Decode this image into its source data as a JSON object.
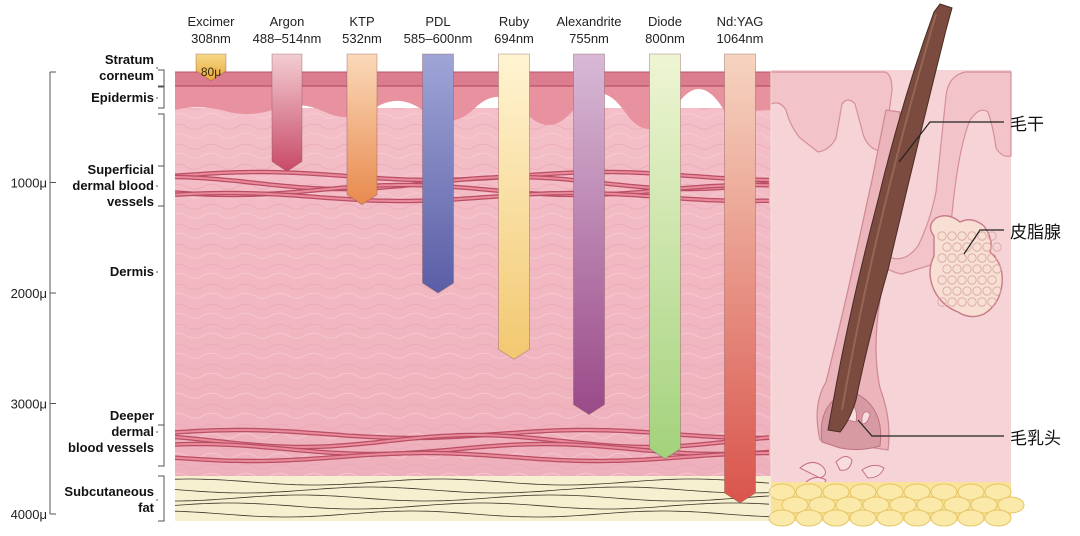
{
  "lasers": [
    {
      "name": "Excimer",
      "wavelength": "308nm",
      "depth_um": 80,
      "color_top": "#f6d98a",
      "color_bottom": "#e9a736",
      "marker": "80μ"
    },
    {
      "name": "Argon",
      "wavelength": "488–514nm",
      "depth_um": 900,
      "color_top": "#f3ccd2",
      "color_bottom": "#c84a68"
    },
    {
      "name": "KTP",
      "wavelength": "532nm",
      "depth_um": 1200,
      "color_top": "#fbd9b9",
      "color_bottom": "#e88a4e"
    },
    {
      "name": "PDL",
      "wavelength": "585–600nm",
      "depth_um": 2000,
      "color_top": "#9fa5d6",
      "color_bottom": "#5a5ea6"
    },
    {
      "name": "Ruby",
      "wavelength": "694nm",
      "depth_um": 2600,
      "color_top": "#fff4d2",
      "color_bottom": "#f2c870"
    },
    {
      "name": "Alexandrite",
      "wavelength": "755nm",
      "depth_um": 3100,
      "color_top": "#d8b9d6",
      "color_bottom": "#9a4a88"
    },
    {
      "name": "Diode",
      "wavelength": "800nm",
      "depth_um": 3500,
      "color_top": "#eef5d3",
      "color_bottom": "#a3d27c"
    },
    {
      "name": "Nd:YAG",
      "wavelength": "1064nm",
      "depth_um": 3900,
      "color_top": "#f6d4c0",
      "color_bottom": "#d9544c"
    }
  ],
  "depth_axis": {
    "min_um": 0,
    "max_um": 4000,
    "ticks": [
      {
        "value": 1000,
        "label": "1000μ"
      },
      {
        "value": 2000,
        "label": "2000μ"
      },
      {
        "value": 3000,
        "label": "3000μ"
      },
      {
        "value": 4000,
        "label": "4000μ"
      }
    ]
  },
  "layers": [
    {
      "lines": [
        "Stratum",
        "corneum"
      ]
    },
    {
      "lines": [
        "Epidermis"
      ]
    },
    {
      "lines": [
        "Superficial",
        "dermal blood",
        "vessels"
      ]
    },
    {
      "lines": [
        "Dermis"
      ]
    },
    {
      "lines": [
        "Deeper",
        "dermal",
        "blood vessels"
      ]
    },
    {
      "lines": [
        "Subcutaneous",
        "fat"
      ]
    }
  ],
  "follicle_labels": {
    "hair_shaft": "毛干",
    "sebaceous_gland": "皮脂腺",
    "dermal_papilla": "毛乳头"
  },
  "colors": {
    "dermis": "#f2b8c1",
    "epidermis": "#e68f9c",
    "stratum": "#d97b8c",
    "vessel": "#cc5f73",
    "fat": "#f7f0d0",
    "hair": "#7a4b3e"
  }
}
